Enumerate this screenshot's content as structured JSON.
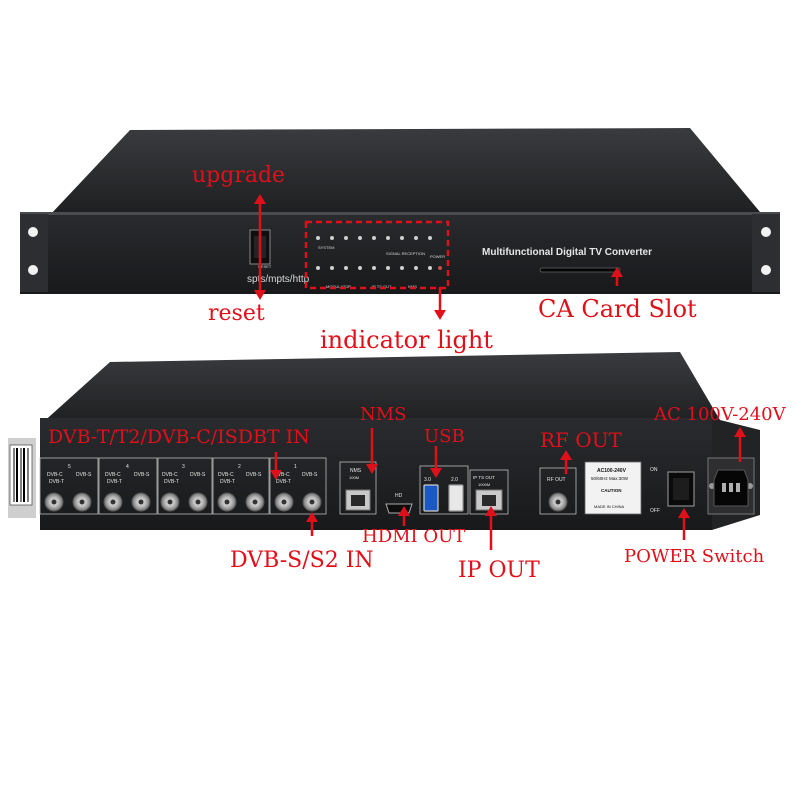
{
  "front_panel": {
    "device_title": "Multifunctional Digital TV Converter",
    "reset_label": "RESET",
    "protocol_text": "spts/mpts/http",
    "led_groups": [
      "SYSTEM",
      "SIGNAL RECEPTION",
      "MODULATOR",
      "IP TS OUT",
      "NMS",
      "POWER"
    ]
  },
  "rear_panel": {
    "port_labels": {
      "dvb_c": "DVB-C",
      "dvb_t": "DVB-T",
      "dvb_s": "DVB-S",
      "nms": "NMS",
      "nms_speed": "100M",
      "hd": "HD",
      "usb_30": "3.0",
      "usb_20": "2.0",
      "ip_ts_out": "IP TS OUT",
      "ip_speed": "1000M",
      "rf_out": "RF OUT",
      "power_rating": "AC100-240V",
      "power_freq": "50/60Hz Max:30W",
      "caution": "CAUTION",
      "made_in": "MADE IN CHINA",
      "on": "ON",
      "off": "OFF"
    },
    "tuner_numbers": [
      "5",
      "4",
      "3",
      "2",
      "1"
    ]
  },
  "callouts": {
    "upgrade": "upgrade",
    "reset": "reset",
    "indicator": "indicator light",
    "ca_slot": "CA Card Slot",
    "dvb_in": "DVB-T/T2/DVB-C/ISDBT IN",
    "nms": "NMS",
    "usb": "USB",
    "rf_out": "RF OUT",
    "ac": "AC 100V-240V",
    "dvbs_in": "DVB-S/S2 IN",
    "hdmi_out": "HDMI OUT",
    "ip_out": "IP OUT",
    "power_switch": "POWER Switch"
  },
  "colors": {
    "callout": "#e0101a",
    "chassis": "#1c1c1e",
    "panel_print": "#d8d8d8"
  }
}
